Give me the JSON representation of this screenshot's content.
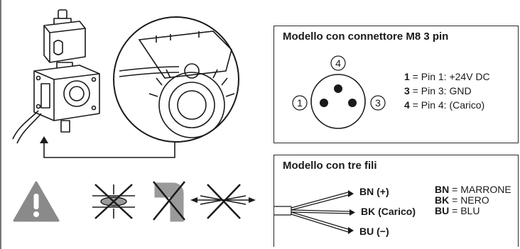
{
  "m8_box": {
    "title": "Modello con connettore M8 3 pin",
    "pin_numbers": [
      "4",
      "1",
      "3"
    ],
    "pins": [
      {
        "num": "1",
        "text": " = Pin 1: +24V DC"
      },
      {
        "num": "3",
        "text": " = Pin 3: GND"
      },
      {
        "num": "4",
        "text": " = Pin 4: (Carico)"
      }
    ]
  },
  "wires_box": {
    "title": "Modello con tre fili",
    "wires": [
      "BN (+)",
      "BK (Carico)",
      "BU (−)"
    ],
    "colors": [
      {
        "code": "BN",
        "text": " = MARRONE"
      },
      {
        "code": "BK",
        "text": " = NERO"
      },
      {
        "code": "BU",
        "text": " = BLU"
      }
    ]
  },
  "warning_icon": "warning-triangle-icon",
  "prohibited_icons": [
    "no-crush-icon",
    "no-pressure-icon",
    "no-pull-icon"
  ],
  "colors": {
    "warning_gray": "#8a8a8a",
    "line": "#1a1a1a"
  }
}
